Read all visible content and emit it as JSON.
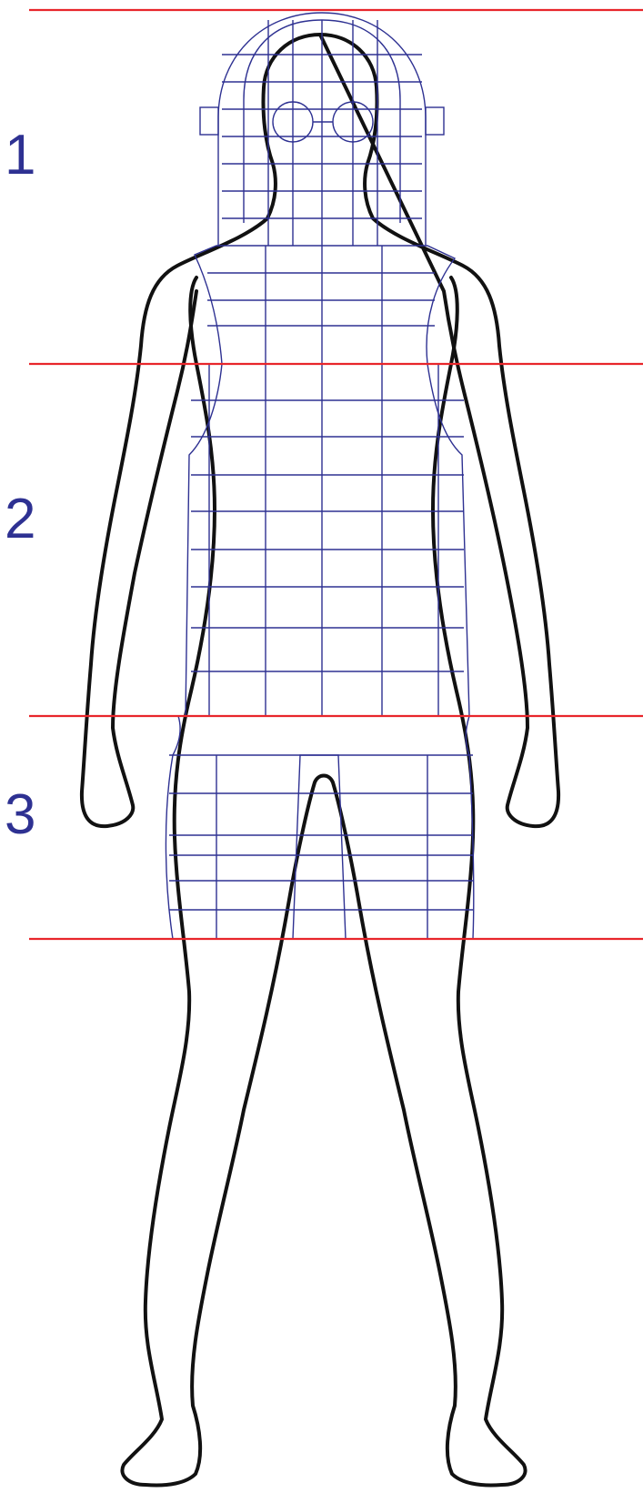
{
  "figure": {
    "section_labels": [
      "1",
      "2",
      "3"
    ],
    "colors": {
      "divider_lines": "#e8262b",
      "garment_grid": "#2e3192",
      "body_outline": "#111111",
      "section_numbers": "#2e3192",
      "background": "#ffffff"
    },
    "elements": [
      "human-body-outline",
      "garment-grid-overlay",
      "goggles-icon",
      "section-divider-lines"
    ]
  }
}
